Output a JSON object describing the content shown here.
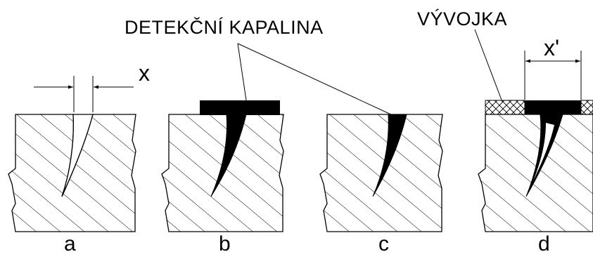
{
  "labels": {
    "penetrant": "DETEKČNÍ KAPALINA",
    "developer": "VÝVOJKA",
    "width_x": "x",
    "width_x_prime": "x'"
  },
  "panels": [
    {
      "id": "a",
      "label": "a"
    },
    {
      "id": "b",
      "label": "b"
    },
    {
      "id": "c",
      "label": "c"
    },
    {
      "id": "d",
      "label": "d"
    }
  ],
  "colors": {
    "ink": "#000000",
    "background": "#ffffff"
  }
}
